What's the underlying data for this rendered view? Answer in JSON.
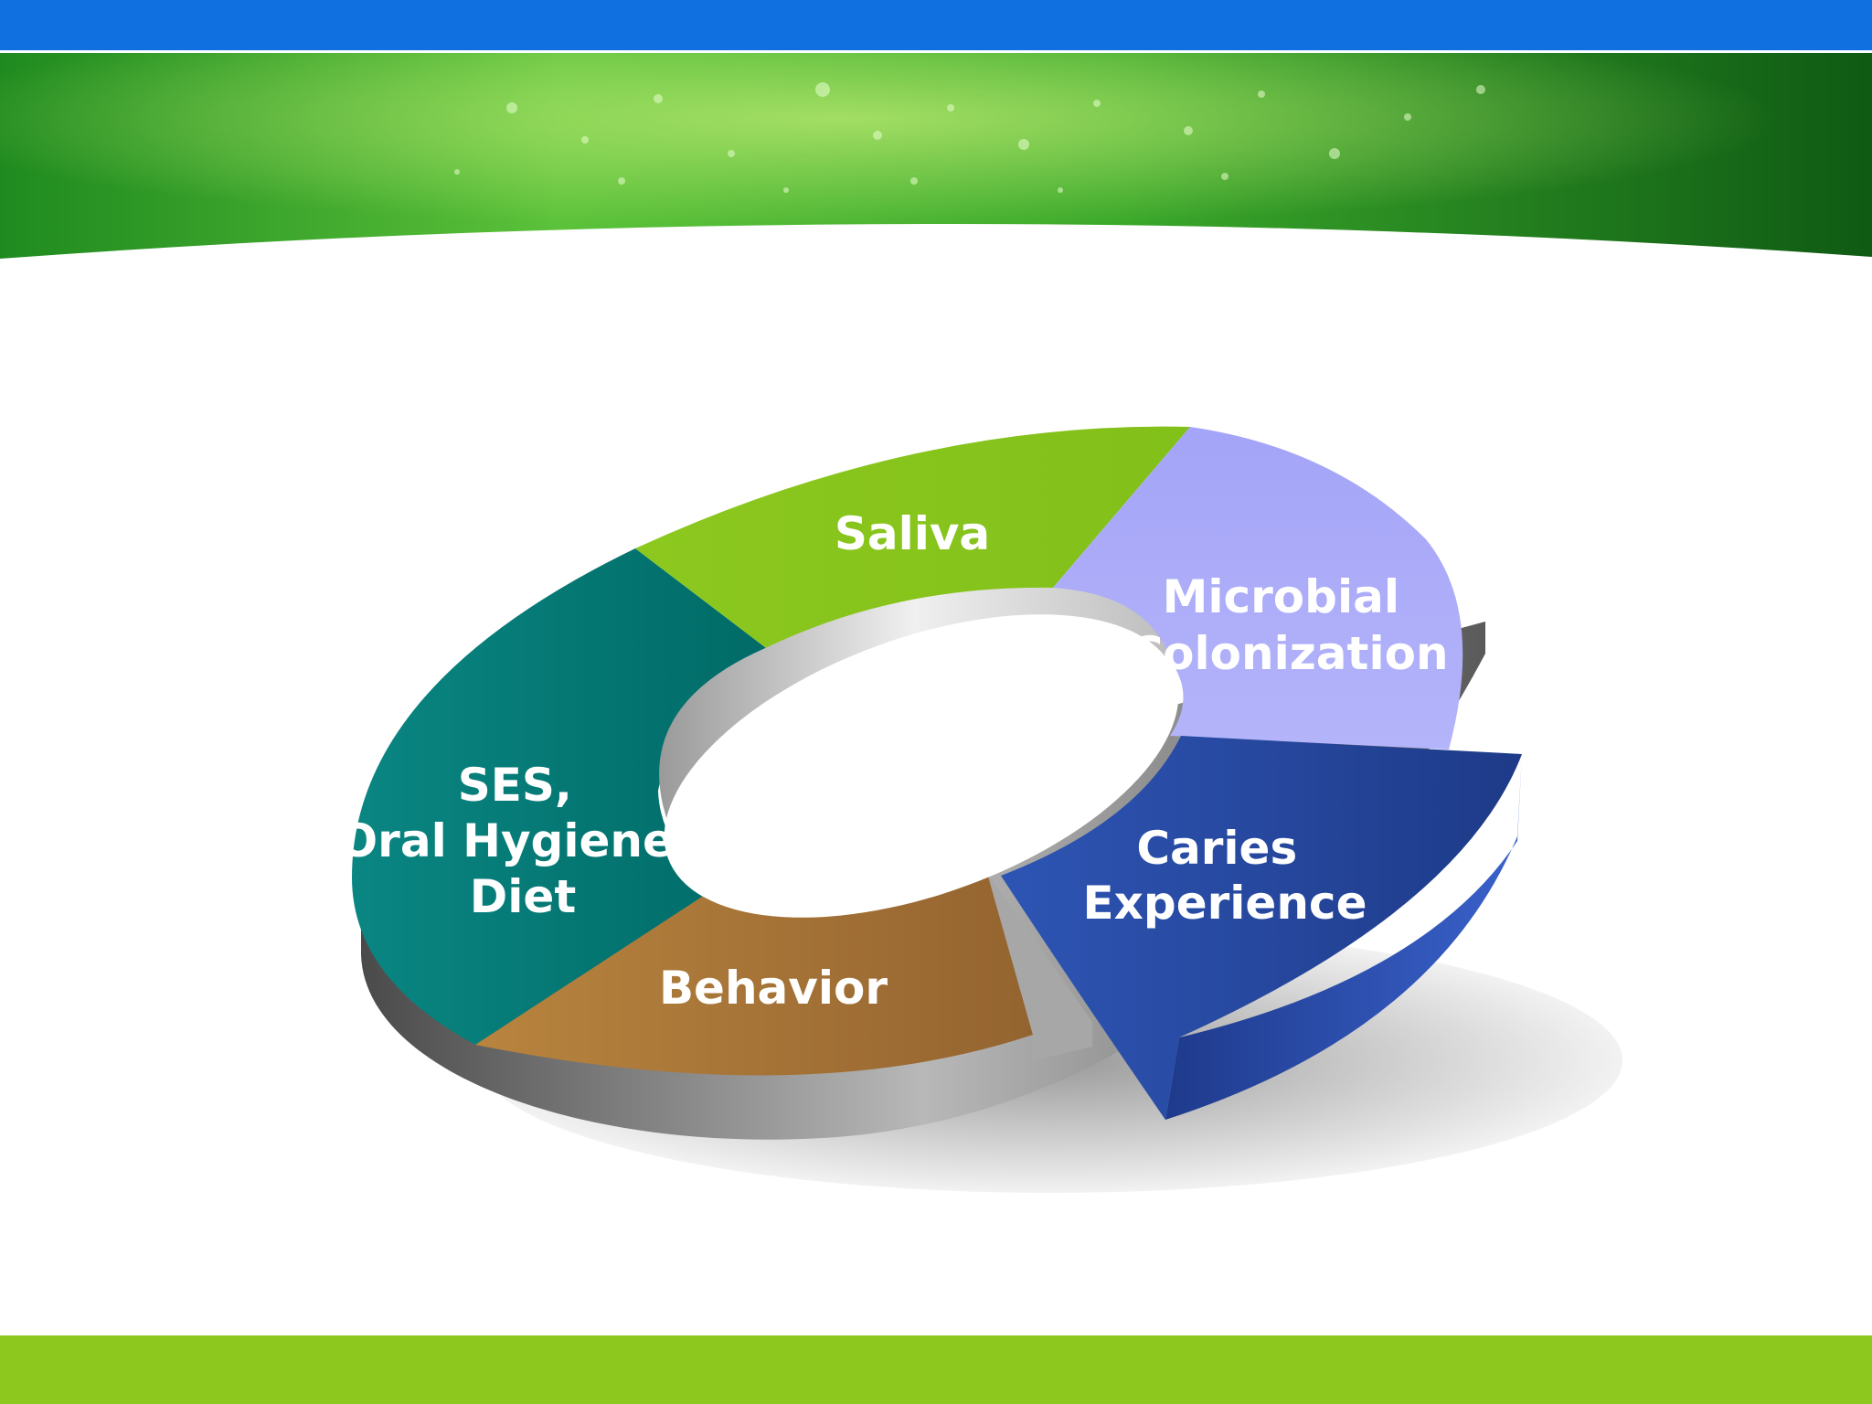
{
  "colors": {
    "top_bar": "#1070e0",
    "footer_bar": "#8cc81e",
    "saliva": "#8cc81e",
    "microbial_colonization": "#a8a8f8",
    "caries_experience": "#2a4aa8",
    "behavior": "#b07a3c",
    "ses_oral_hygiene_diet": "#0a7a78"
  },
  "diagram": {
    "segments": [
      {
        "id": "saliva",
        "lines": [
          "Saliva"
        ]
      },
      {
        "id": "microbial",
        "lines": [
          "Microbial",
          "Colonization"
        ]
      },
      {
        "id": "caries",
        "lines": [
          "Caries",
          "Experience"
        ]
      },
      {
        "id": "behavior",
        "lines": [
          "Behavior"
        ]
      },
      {
        "id": "ses",
        "lines": [
          "SES,",
          "Oral Hygiene,",
          "Diet"
        ]
      }
    ]
  }
}
